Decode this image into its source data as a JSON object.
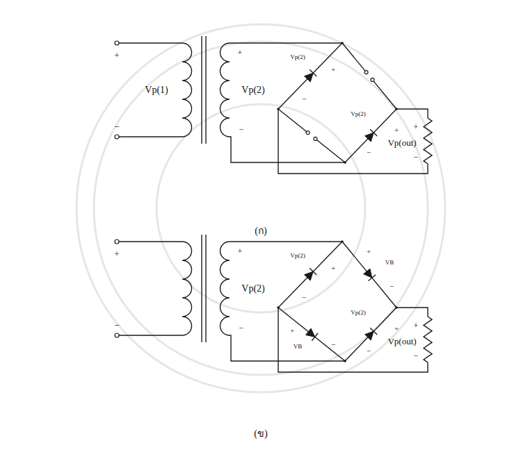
{
  "diagram": {
    "labels": [
      "+",
      "−",
      "Vp(1)",
      "+",
      "Vp(2)",
      "−",
      "Vp(2)",
      "+",
      "−",
      "Vp(2)",
      "+",
      "−",
      "+",
      "Vp(out)",
      "−",
      "(ก)",
      "+",
      "−",
      "+",
      "Vp(2)",
      "−",
      "Vp(2)",
      "+",
      "−",
      "+",
      "VB",
      "−",
      "+",
      "VB",
      "−",
      "Vp(2)",
      "+",
      "−",
      "+",
      "Vp(out)",
      "−",
      "(ข)"
    ]
  }
}
